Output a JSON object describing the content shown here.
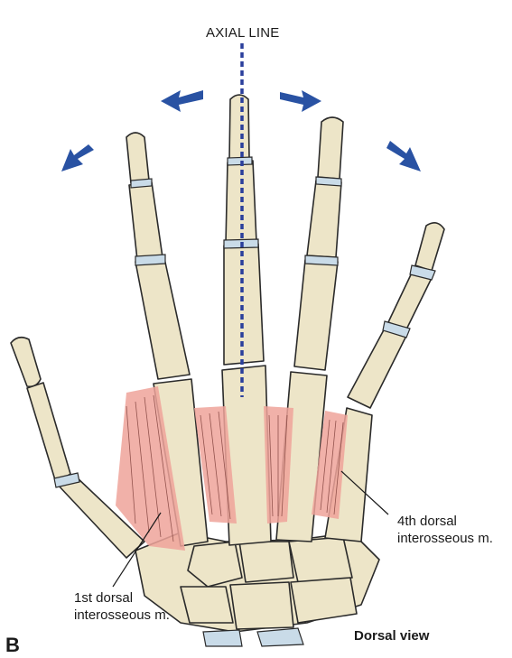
{
  "labels": {
    "axial_line": "AXIAL LINE",
    "fourth_dorsal_line1": "4th dorsal",
    "fourth_dorsal_line2": "interosseous m.",
    "first_dorsal_line1": "1st dorsal",
    "first_dorsal_line2": "interosseous m.",
    "view": "Dorsal view",
    "panel": "B"
  },
  "colors": {
    "bone": "#ede5c8",
    "cartilage": "#c9dbe8",
    "muscle": "#efa39a",
    "arrow": "#2952a3",
    "axial_line": "#2a3f9c"
  }
}
